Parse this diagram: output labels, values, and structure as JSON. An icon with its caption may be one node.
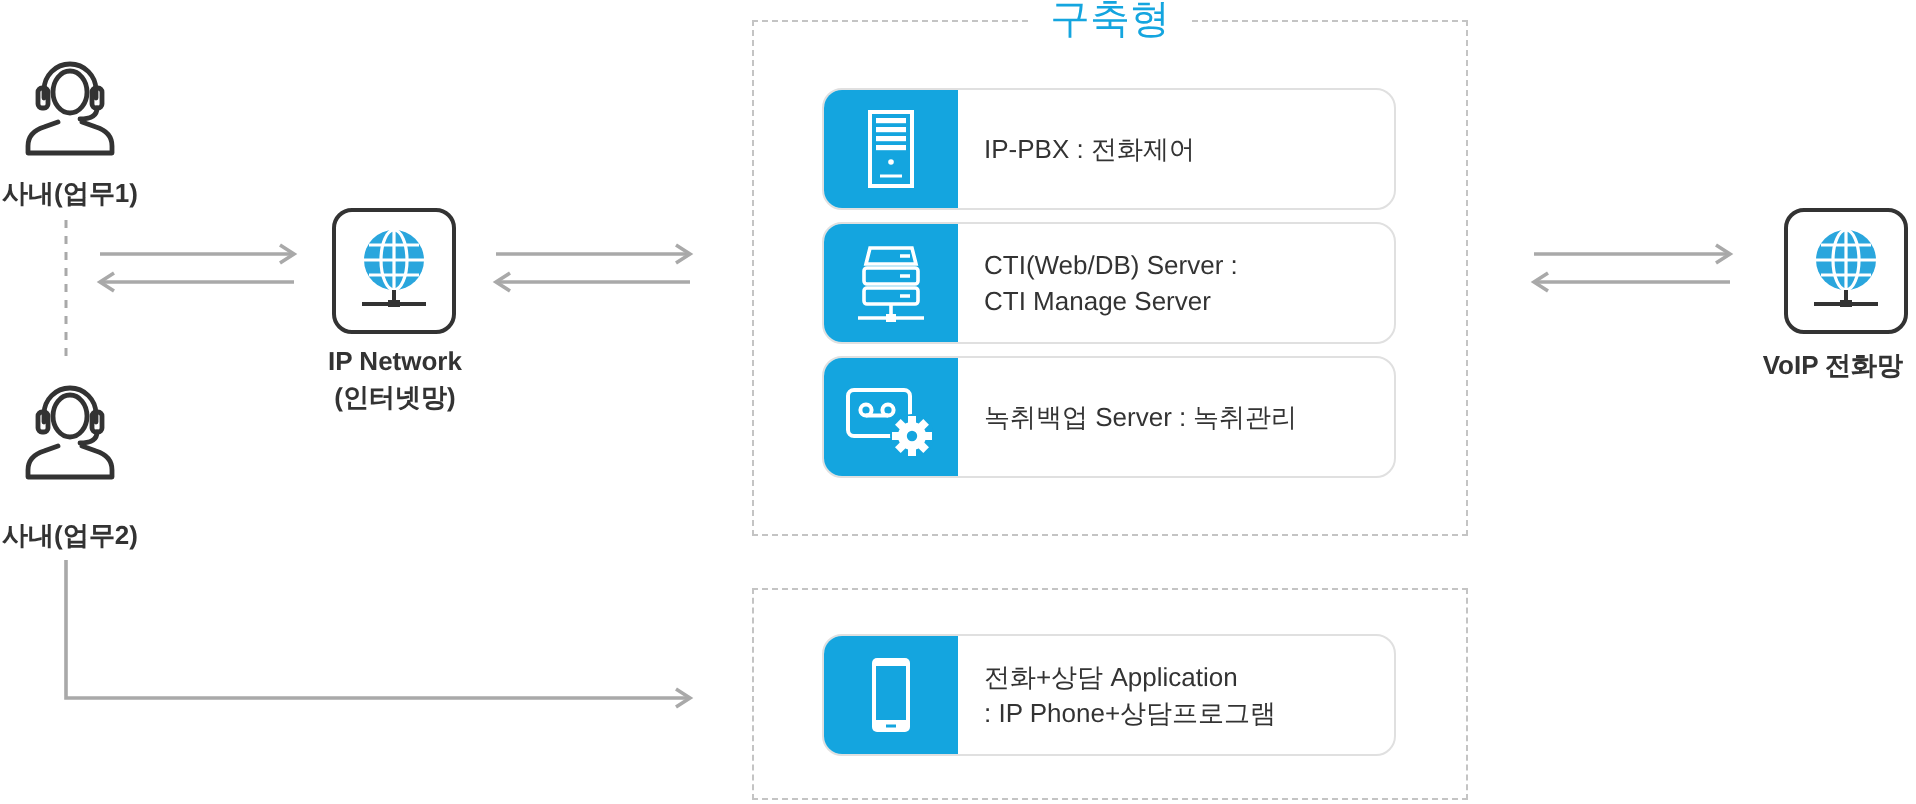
{
  "diagram": {
    "nodes": [
      {
        "text": [
          "사내(업무1)"
        ]
      },
      {
        "text": [
          "사내(업무2)"
        ]
      },
      {
        "text": [
          "IP Network (인터넷망)"
        ]
      },
      {
        "text": [
          "구축형"
        ]
      },
      {
        "text": [
          "IP-PBX : 전화제어"
        ],
        "in": 3
      },
      {
        "text": [
          "CTI(Web/DB) Server : CTI Manage Server"
        ],
        "in": 3
      },
      {
        "text": [
          "녹취백업 Server : 녹취관리"
        ],
        "in": 3
      },
      {
        "text": [
          "VoIP 전화망"
        ]
      },
      {
        "text": [],
        "shape": "box"
      },
      {
        "text": [
          "전화+상담 Application : IP Phone+상담프로그램"
        ],
        "in": 8
      }
    ],
    "edges": [
      {
        "from": 0,
        "to": 2,
        "arrow": "to"
      },
      {
        "from": 2,
        "to": 0,
        "arrow": "to"
      },
      {
        "from": 2,
        "to": 3,
        "arrow": "to"
      },
      {
        "from": 3,
        "to": 2,
        "arrow": "to"
      },
      {
        "from": 3,
        "to": 7,
        "arrow": "to"
      },
      {
        "from": 7,
        "to": 3,
        "arrow": "to"
      },
      {
        "from": 0,
        "to": 1,
        "arrow": "none",
        "style": "dashed"
      },
      {
        "from": 1,
        "to": 8,
        "arrow": "to"
      }
    ]
  }
}
